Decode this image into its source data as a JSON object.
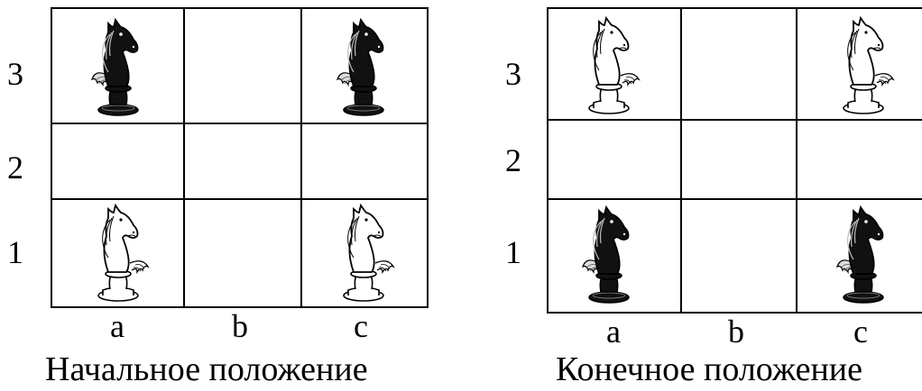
{
  "left_board": {
    "ranks": [
      "3",
      "2",
      "1"
    ],
    "files": [
      "a",
      "b",
      "c"
    ],
    "caption": "Начальное положение",
    "pieces": [
      {
        "square": "a3",
        "color": "black",
        "icon": "black-knight-icon"
      },
      {
        "square": "c3",
        "color": "black",
        "icon": "black-knight-icon"
      },
      {
        "square": "a1",
        "color": "white",
        "icon": "white-knight-icon"
      },
      {
        "square": "c1",
        "color": "white",
        "icon": "white-knight-icon"
      }
    ]
  },
  "right_board": {
    "ranks": [
      "3",
      "2",
      "1"
    ],
    "files": [
      "a",
      "b",
      "c"
    ],
    "caption": "Конечное положение",
    "pieces": [
      {
        "square": "a3",
        "color": "white",
        "icon": "white-knight-icon"
      },
      {
        "square": "c3",
        "color": "white",
        "icon": "white-knight-icon"
      },
      {
        "square": "a1",
        "color": "black",
        "icon": "black-knight-icon"
      },
      {
        "square": "c1",
        "color": "black",
        "icon": "black-knight-icon"
      }
    ]
  }
}
